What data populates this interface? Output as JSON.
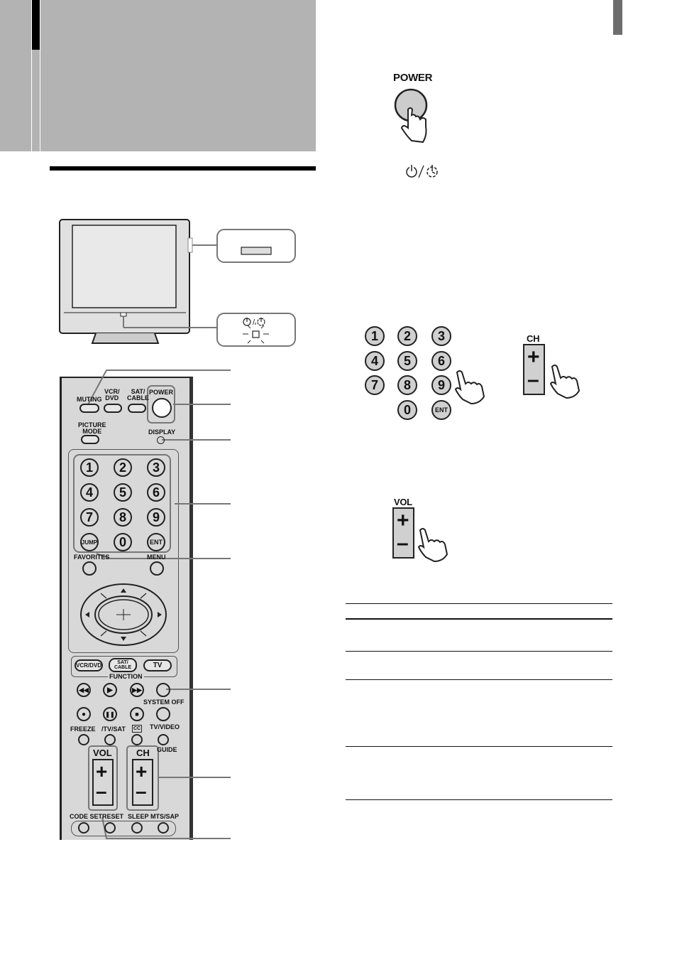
{
  "left_panel": {
    "remote": {
      "top_row": {
        "muting": "MUTING",
        "vcr_dvd": "VCR/\nDVD",
        "sat_cable": "SAT/\nCABLE",
        "power": "POWER"
      },
      "picture_mode": "PICTURE\nMODE",
      "display": "DISPLAY",
      "keypad": [
        "1",
        "2",
        "3",
        "4",
        "5",
        "6",
        "7",
        "8",
        "9",
        "0"
      ],
      "ent": "ENT",
      "jump": "JUMP",
      "favorites": "FAVORITES",
      "menu": "MENU",
      "function_buttons": [
        "VCR/DVD",
        "SAT/\nCABLE",
        "TV"
      ],
      "function_label": "FUNCTION",
      "system_off": "SYSTEM OFF",
      "freeze": "FREEZE",
      "tv_sat": "/TV/SAT",
      "cc": "CC",
      "tv_video": "TV/VIDEO",
      "guide": "GUIDE",
      "vol": "VOL",
      "ch": "CH",
      "code_set": "CODE SET",
      "reset": "RESET",
      "sleep": "SLEEP",
      "mts_sap": "MTS/SAP"
    }
  },
  "right_panel": {
    "power_label": "POWER",
    "keypad_small": [
      "1",
      "2",
      "3",
      "4",
      "5",
      "6",
      "7",
      "8",
      "9",
      "0"
    ],
    "keypad_ent": "ENT",
    "ch_label": "CH",
    "vol_label": "VOL"
  },
  "colors": {
    "header_gray": "#b3b3b3",
    "remote_gray": "#d8d8d8",
    "tab_dark": "#6d6d6d"
  },
  "icons": [
    "power-standby-icon",
    "hand-pointer-icon",
    "arrow-up-icon",
    "arrow-down-icon",
    "arrow-left-icon",
    "arrow-right-icon",
    "rewind-icon",
    "play-icon",
    "fast-forward-icon",
    "record-icon",
    "pause-icon",
    "stop-icon"
  ]
}
